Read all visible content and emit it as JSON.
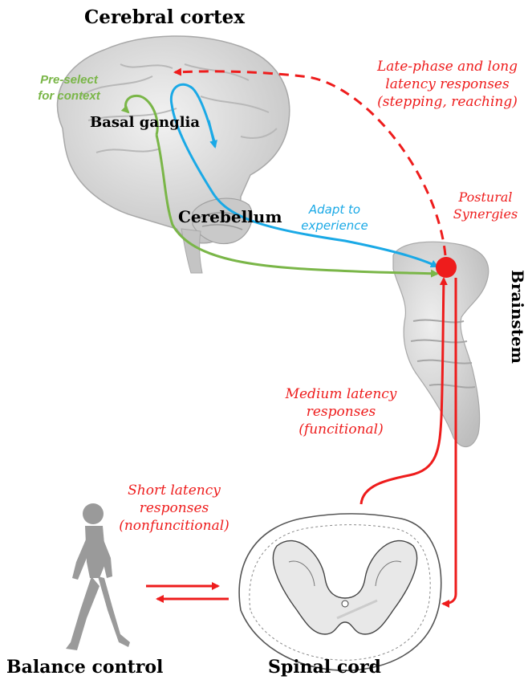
{
  "labels": {
    "cerebral_cortex": "Cerebral cortex",
    "basal_ganglia": "Basal ganglia",
    "cerebellum": "Cerebellum",
    "brainstem": "Brainstem",
    "balance_control": "Balance control",
    "spinal_cord": "Spinal cord"
  },
  "annotations": {
    "late_phase": [
      "Late-phase and long",
      "latency responses",
      "(stepping, reaching)"
    ],
    "postural": [
      "Postural",
      "Synergies"
    ],
    "preselect": [
      "Pre-select",
      "for context"
    ],
    "adapt": [
      "Adapt to",
      "experience"
    ],
    "medium": [
      "Medium latency",
      "responses",
      "(funcitional)"
    ],
    "short": [
      "Short latency",
      "responses",
      "(nonfuncitional)"
    ]
  },
  "colors": {
    "red": "#ee1c1c",
    "green": "#7ab648",
    "blue": "#1aa9e6",
    "gray": "#cfcfcf"
  }
}
